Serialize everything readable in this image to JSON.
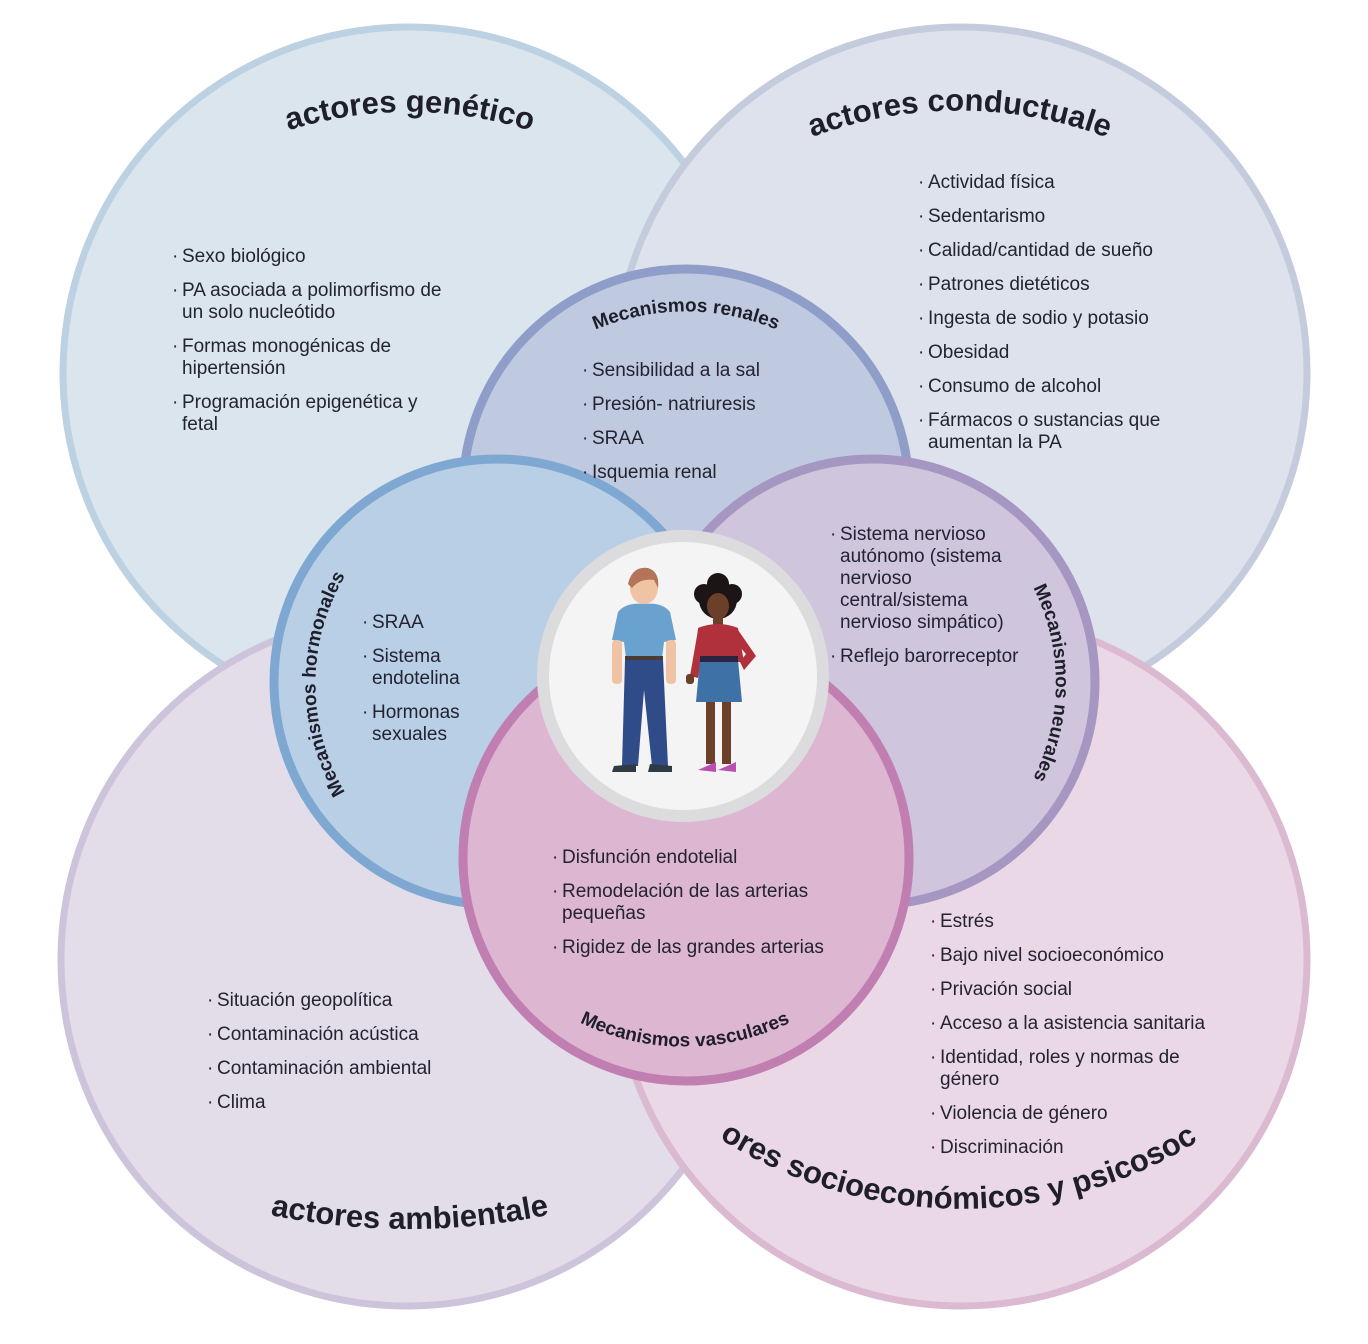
{
  "colors": {
    "geneticos_fill": "#dbe5ee",
    "geneticos_stroke": "#bcd1e2",
    "conductuales_fill": "#dee2ec",
    "conductuales_stroke": "#c4cbdd",
    "ambientales_fill": "#e2dde9",
    "ambientales_stroke": "#cdc4dc",
    "socio_fill": "#ebd8e6",
    "socio_stroke": "#dbb9d0",
    "renales_fill": "#bfcae0",
    "renales_stroke": "#8f9ec8",
    "hormonales_fill": "#b8cfe6",
    "hormonales_stroke": "#7ea7d2",
    "neurales_fill": "#cfc5dd",
    "neurales_stroke": "#a596c2",
    "vasculares_fill": "#ddb6d2",
    "vasculares_stroke": "#c17eb0",
    "center_ring": "#dcdcde",
    "center_fill": "#f4f4f5"
  },
  "geneticos": {
    "title": "Factores genéticos",
    "items": [
      "Sexo biológico",
      "PA asociada a polimorfismo de un solo nucleótido",
      "Formas monogénicas de hipertensión",
      "Programación epigenética y fetal"
    ]
  },
  "conductuales": {
    "title": "Factores conductuales",
    "items": [
      "Actividad física",
      "Sedentarismo",
      "Calidad/cantidad de sueño",
      "Patrones dietéticos",
      "Ingesta de sodio y potasio",
      "Obesidad",
      "Consumo de alcohol",
      "Fármacos o sustancias que aumentan la PA"
    ]
  },
  "ambientales": {
    "title": "Factores ambientales",
    "items": [
      "Situación geopolítica",
      "Contaminación acústica",
      "Contaminación ambiental",
      "Clima"
    ]
  },
  "socioeconomicos": {
    "title": "Factores socioeconómicos y psicosociales",
    "items": [
      "Estrés",
      "Bajo nivel socioeconómico",
      "Privación social",
      "Acceso a la asistencia sanitaria",
      "Identidad, roles y normas de género",
      "Violencia de género",
      "Discriminación"
    ]
  },
  "renales": {
    "title": "Mecanismos renales",
    "items": [
      "Sensibilidad a la sal",
      "Presión- natriuresis",
      "SRAA",
      "Isquemia renal"
    ]
  },
  "hormonales": {
    "title": "Mecanismos hormonales",
    "items": [
      "SRAA",
      "Sistema endotelina",
      "Hormonas sexuales"
    ]
  },
  "neurales": {
    "title": "Mecanismos neurales",
    "items": [
      "Sistema nervioso autónomo (sistema nervioso central/sistema nervioso simpático)",
      "Reflejo barorreceptor"
    ]
  },
  "vasculares": {
    "title": "Mecanismos vasculares",
    "items": [
      "Disfunción endotelial",
      "Remodelación de las arterias pequeñas",
      "Rigidez de las grandes arterias"
    ]
  }
}
